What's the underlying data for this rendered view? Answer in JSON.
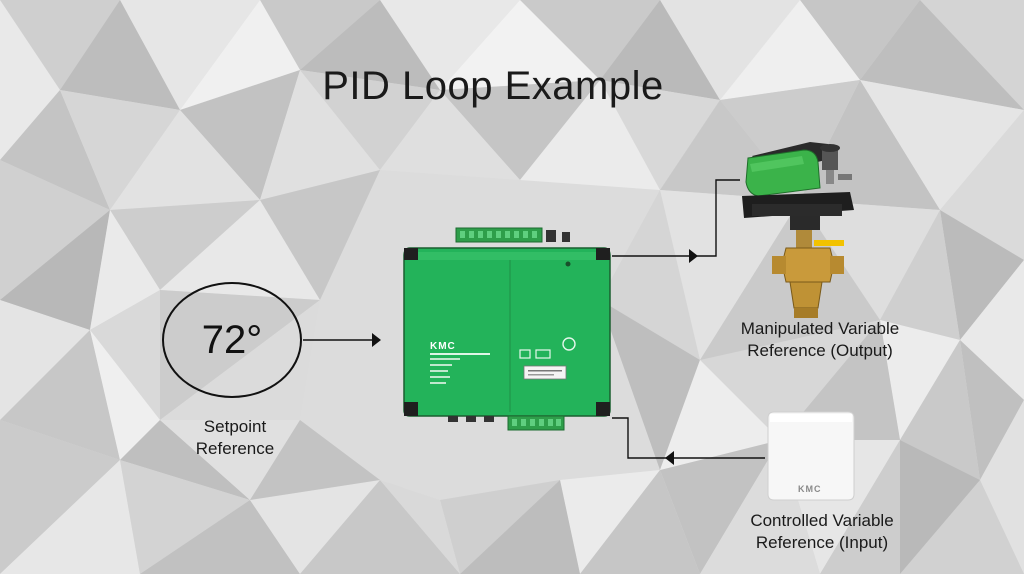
{
  "title": "PID Loop Example",
  "setpoint": {
    "value": "72°",
    "caption_line1": "Setpoint",
    "caption_line2": "Reference"
  },
  "output": {
    "caption_line1": "Manipulated Variable",
    "caption_line2": "Reference (Output)"
  },
  "input": {
    "caption_line1": "Controlled Variable",
    "caption_line2": "Reference (Input)"
  },
  "controller": {
    "brand": "KMC",
    "body_color": "#23b35a",
    "terminal_color": "#2e9e4a"
  },
  "sensor": {
    "brand": "KMC"
  },
  "colors": {
    "line": "#111111",
    "background": "#d9d9d9"
  }
}
